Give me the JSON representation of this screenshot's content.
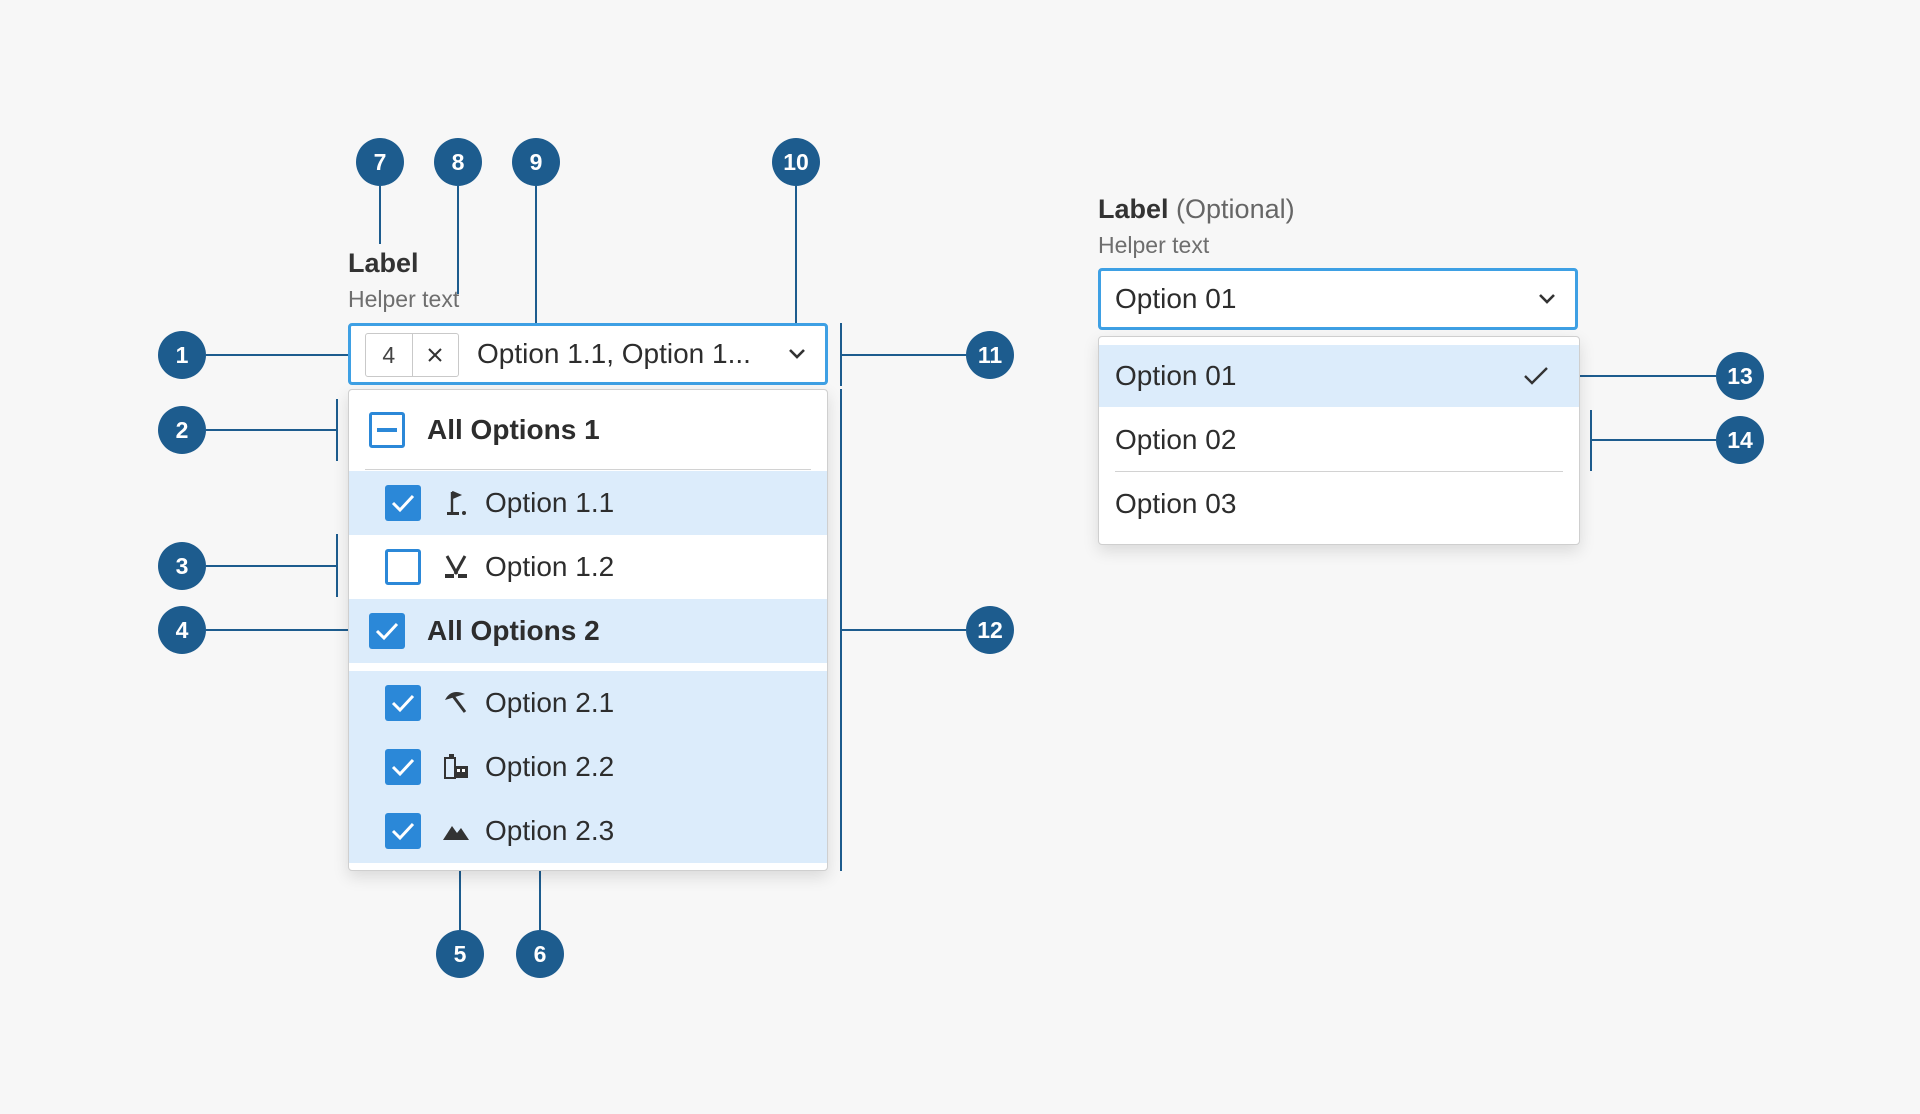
{
  "badges": [
    "1",
    "2",
    "3",
    "4",
    "5",
    "6",
    "7",
    "8",
    "9",
    "10",
    "11",
    "12",
    "13",
    "14"
  ],
  "multiselect": {
    "label": "Label",
    "helper": "Helper text",
    "count": "4",
    "value_text": "Option 1.1, Option 1...",
    "group1": {
      "label": "All Options 1",
      "state": "indeterminate",
      "items": [
        {
          "label": "Option 1.1",
          "checked": true,
          "icon": "golf-icon"
        },
        {
          "label": "Option 1.2",
          "checked": false,
          "icon": "hockey-icon"
        }
      ]
    },
    "group2": {
      "label": "All Options 2",
      "state": "checked",
      "items": [
        {
          "label": "Option 2.1",
          "checked": true,
          "icon": "umbrella-icon"
        },
        {
          "label": "Option 2.2",
          "checked": true,
          "icon": "city-icon"
        },
        {
          "label": "Option 2.3",
          "checked": true,
          "icon": "mountains-icon"
        }
      ]
    }
  },
  "singleselect": {
    "label": "Label",
    "optional": "(Optional)",
    "helper": "Helper text",
    "value": "Option 01",
    "options": [
      "Option 01",
      "Option 02",
      "Option 03"
    ],
    "selected_index": 0
  },
  "colors": {
    "badge": "#1d5c8e",
    "focus_border": "#3ea0e4",
    "checkbox": "#2b88d8",
    "selected_row": "#dcecfb",
    "leader_line": "#1d5c8e"
  }
}
